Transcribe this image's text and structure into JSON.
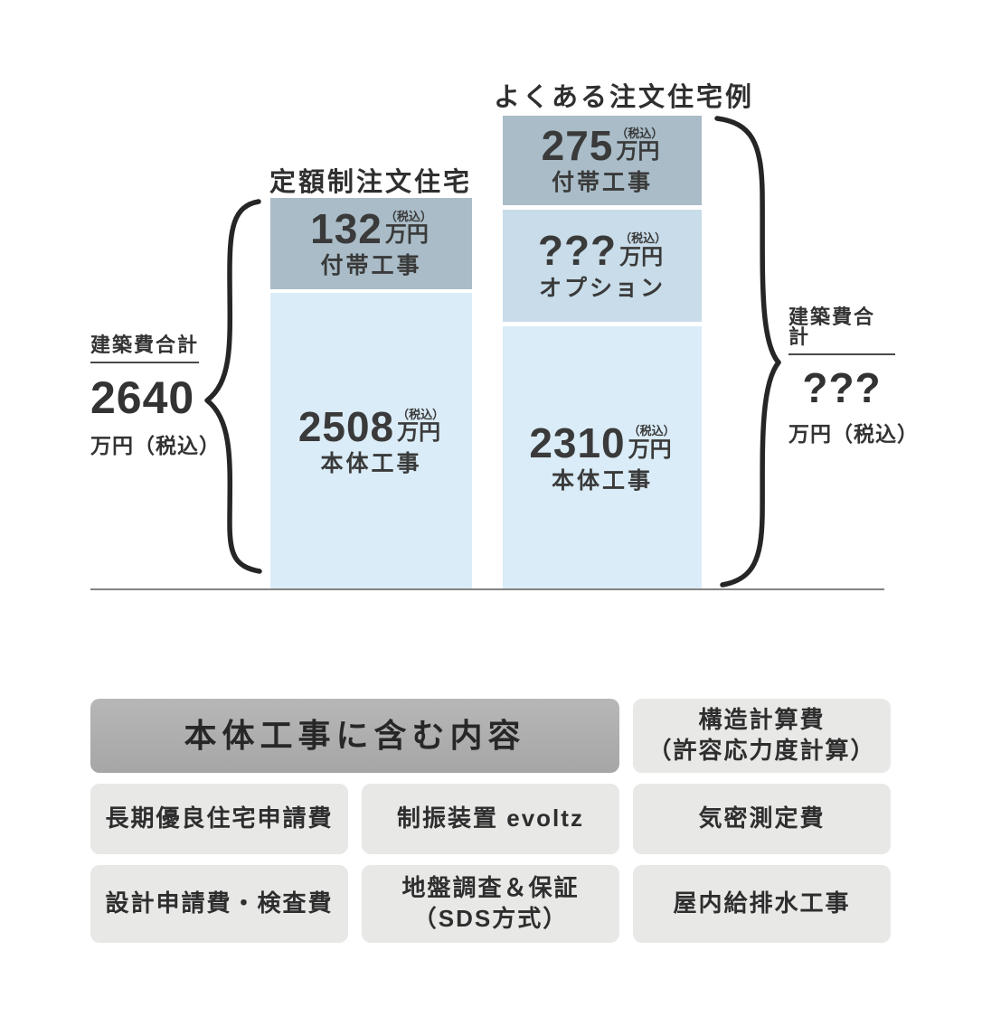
{
  "chart_data": {
    "type": "bar",
    "stacked": true,
    "unit": "万円（税込）",
    "categories": [
      "定額制注文住宅",
      "よくある注文住宅例"
    ],
    "series": [
      {
        "name": "本体工事",
        "values": [
          2508,
          2310
        ]
      },
      {
        "name": "オプション",
        "values": [
          null,
          "???"
        ]
      },
      {
        "name": "付帯工事",
        "values": [
          132,
          275
        ]
      }
    ],
    "totals": [
      2640,
      "???"
    ],
    "total_label": "建築費合計",
    "legend_position": "none",
    "grid": false
  },
  "colors": {
    "futai_segment": "#a9bcc7",
    "option_segment": "#c8dce9",
    "hontai_segment": "#daecf7",
    "table_header_bg": "#adadad",
    "table_cell_bg": "#e8e8e7",
    "ink": "#333333",
    "baseline": "#838383"
  },
  "bars": [
    {
      "title": "定額制注文住宅",
      "segments": [
        {
          "amount": "132",
          "tax": "（税込）",
          "unit": "万円",
          "name": "付帯工事"
        },
        {
          "amount": "2508",
          "tax": "（税込）",
          "unit": "万円",
          "name": "本体工事"
        }
      ]
    },
    {
      "title": "よくある注文住宅例",
      "segments": [
        {
          "amount": "275",
          "tax": "（税込）",
          "unit": "万円",
          "name": "付帯工事"
        },
        {
          "amount": "???",
          "tax": "（税込）",
          "unit": "万円",
          "name": "オプション"
        },
        {
          "amount": "2310",
          "tax": "（税込）",
          "unit": "万円",
          "name": "本体工事"
        }
      ]
    }
  ],
  "totals": {
    "left": {
      "label": "建築費合計",
      "amount": "2640",
      "unit": "万円（税込）"
    },
    "right": {
      "label": "建築費合計",
      "amount": "???",
      "unit": "万円（税込）"
    }
  },
  "table": {
    "header": "本体工事に含む内容",
    "cells": [
      "構造計算費\n（許容応力度計算）",
      "長期優良住宅申請費",
      "制振装置 evoltz",
      "気密測定費",
      "設計申請費・検査費",
      "地盤調査＆保証\n（SDS方式）",
      "屋内給排水工事"
    ]
  }
}
